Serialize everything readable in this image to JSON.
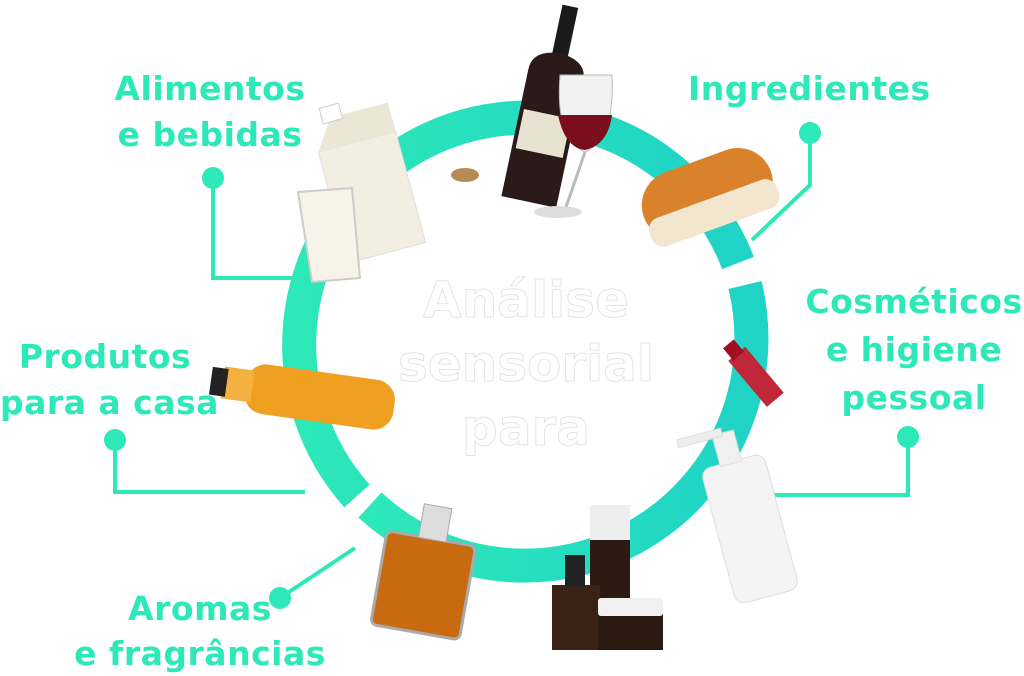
{
  "center_title": {
    "line1": "Análise",
    "line2": "sensorial",
    "line3": "para"
  },
  "categories": [
    {
      "line1": "Ingredientes"
    },
    {
      "line1": "Cosméticos",
      "line2": "e higiene",
      "line3": "pessoal"
    },
    {
      "line1": "Aromas",
      "line2": "e fragrâncias"
    },
    {
      "line1": "Produtos",
      "line2": "para a casa"
    },
    {
      "line1": "Alimentos",
      "line2": "e bebidas"
    }
  ],
  "colors": {
    "accent": "#2de8b8",
    "accent_dark": "#1fd3c6"
  },
  "icons": [
    "wine-bottle-icon",
    "wine-glass-icon",
    "bread-icon",
    "lipstick-icon",
    "lotion-bottle-icon",
    "cosmetic-jars-icon",
    "perfume-bottle-icon",
    "juice-bottle-icon",
    "milk-carton-icon",
    "milk-glass-icon"
  ]
}
